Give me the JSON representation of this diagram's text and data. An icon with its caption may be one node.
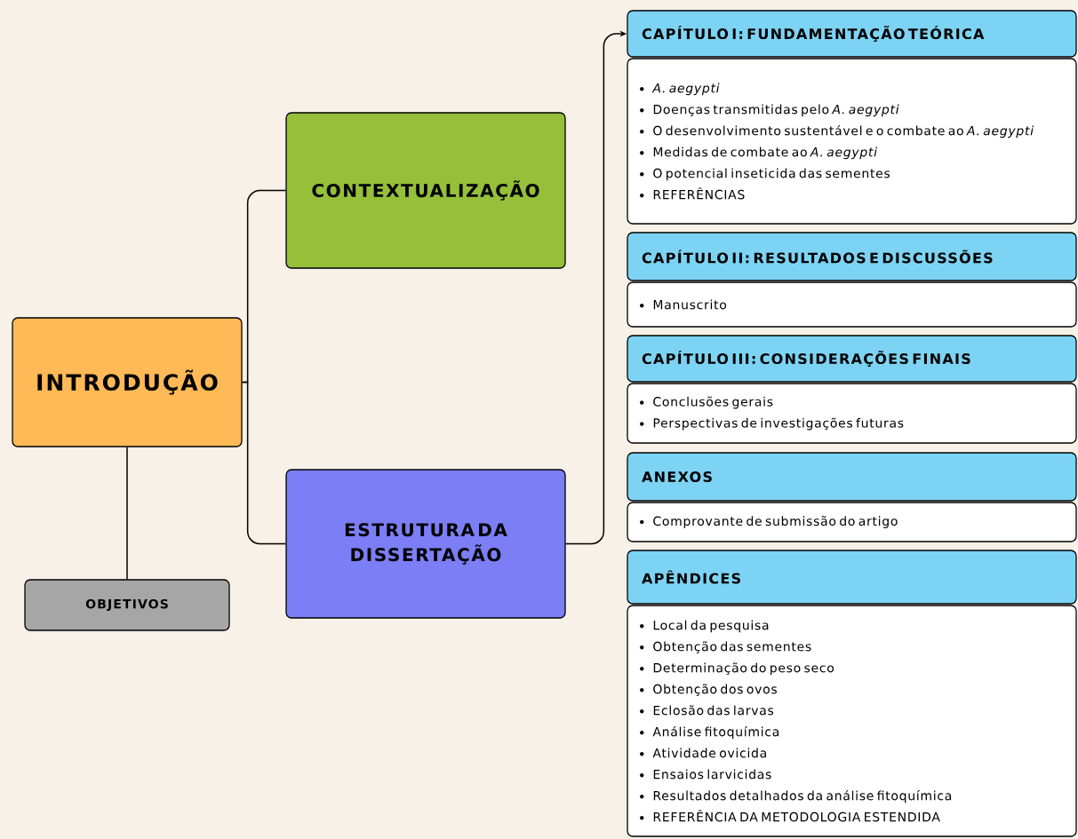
{
  "diagram": {
    "nodes": [
      {
        "text": [
          "INTRODUÇÃO"
        ]
      },
      {
        "text": [
          "CONTEXTUALIZAÇÃO"
        ]
      },
      {
        "text": [
          "ESTRUTURA DA DISSERTAÇÃO"
        ]
      },
      {
        "text": [
          "OBJETIVOS"
        ]
      },
      {
        "text": [
          "CAPÍTULO I: FUNDAMENTAÇÃO TEÓRICA"
        ]
      },
      {
        "text": [
          "*A. aegypti*",
          "Doenças transmitidas pelo *A. aegypti*",
          "O desenvolvimento sustentável e o combate ao *A. aegypti*",
          "Medidas de combate ao *A. aegypti*",
          "O potencial inseticida das sementes",
          "REFERÊNCIAS"
        ]
      },
      {
        "text": [
          "CAPÍTULO II: RESULTADOS E DISCUSSÕES"
        ]
      },
      {
        "text": [
          "Manuscrito"
        ]
      },
      {
        "text": [
          "CAPÍTULO III: CONSIDERAÇÕES FINAIS"
        ]
      },
      {
        "text": [
          "Conclusões gerais",
          "Perspectivas de investigações futuras"
        ]
      },
      {
        "text": [
          "ANEXOS"
        ]
      },
      {
        "text": [
          "Comprovante de submissão do artigo"
        ]
      },
      {
        "text": [
          "APÊNDICES"
        ]
      },
      {
        "text": [
          "Local da pesquisa",
          "Obtenção das sementes",
          "Determinação do peso seco",
          "Obtenção dos ovos",
          "Eclosão das larvas",
          "Análise fitoquímica",
          "Atividade ovicida",
          "Ensaios larvicidas",
          "Resultados detalhados da análise fitoquímica",
          "REFERÊNCIA DA METODOLOGIA ESTENDIDA"
        ]
      }
    ],
    "edges": [
      {
        "from": 0,
        "to": 1,
        "arrow": "none"
      },
      {
        "from": 0,
        "to": 2,
        "arrow": "none"
      },
      {
        "from": 0,
        "to": 3,
        "arrow": "none"
      },
      {
        "from": 2,
        "to": 4,
        "arrow": "to"
      }
    ]
  }
}
